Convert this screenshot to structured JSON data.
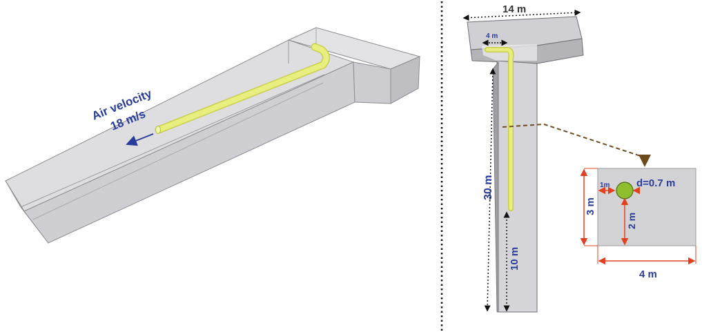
{
  "left_view": {
    "velocity_label": "Air velocity",
    "velocity_value": "18 m/s"
  },
  "right_view": {
    "width_label": "14 m",
    "pipe_offset_label": "4 m",
    "length_label": "30 m",
    "pipe_end_label": "10 m"
  },
  "cross_section": {
    "pipe_side_label": "1m",
    "diameter_label": "d=0.7 m",
    "height_label": "3 m",
    "pipe_height_label": "2 m",
    "width_label": "4 m"
  },
  "colors": {
    "tunnel_fill": "#d3d3d6",
    "tunnel_light": "#e4e4e7",
    "pipe": "#e9ef7e",
    "label_blue": "#2a3c9a",
    "section_arrow": "#6b4a1e",
    "dim_red": "#e2401f",
    "pipe_section": "#8fbf2f"
  }
}
